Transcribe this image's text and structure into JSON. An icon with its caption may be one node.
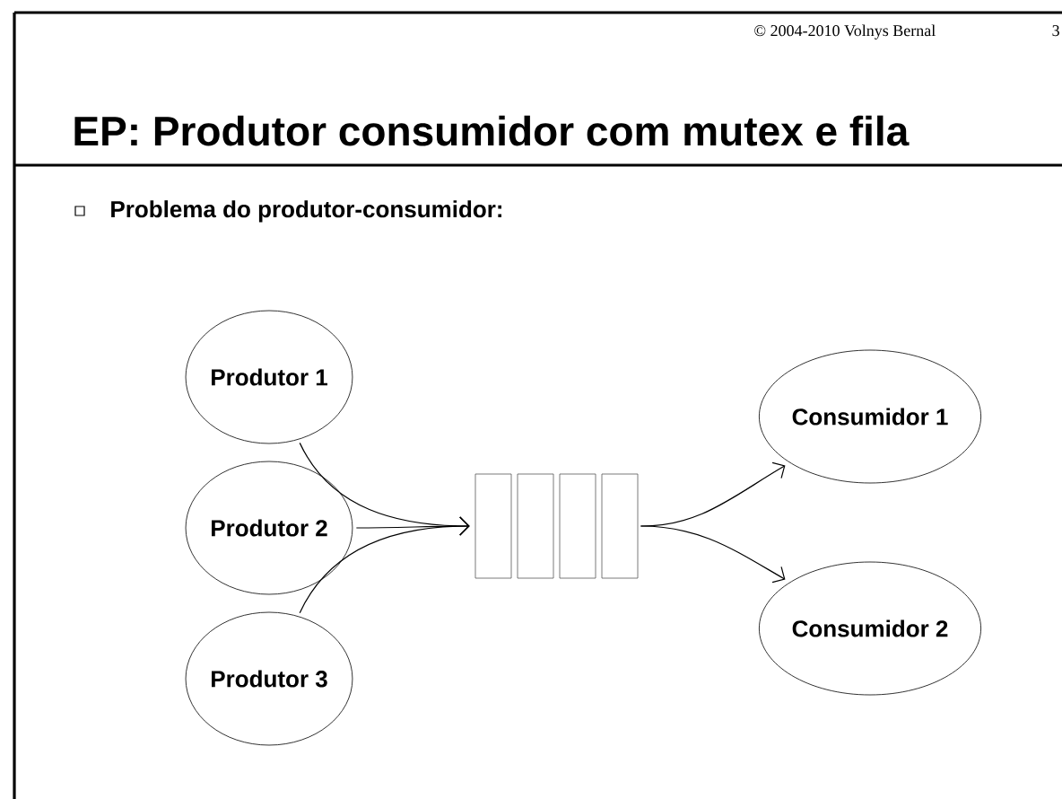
{
  "diagram": {
    "title": "EP:  Produtor consumidor com mutex e fila",
    "nodes": [
      {
        "text": [
          "Produtor 1"
        ]
      },
      {
        "text": [
          "Produtor 2"
        ]
      },
      {
        "text": [
          "Produtor 3"
        ]
      },
      {
        "text": [],
        "shape": "box"
      },
      {
        "text": [
          "Consumidor 1"
        ]
      },
      {
        "text": [
          "Consumidor 2"
        ]
      }
    ],
    "edges": [
      {
        "from": 0,
        "to": 3,
        "arrow": "to"
      },
      {
        "from": 1,
        "to": 3,
        "arrow": "to"
      },
      {
        "from": 2,
        "to": 3,
        "arrow": "to"
      },
      {
        "from": 3,
        "to": 4,
        "arrow": "to"
      },
      {
        "from": 3,
        "to": 5,
        "arrow": "to"
      }
    ],
    "labels": [
      "© 2004-2010 Volnys Bernal",
      "3",
      "Problema do produtor-consumidor:"
    ]
  }
}
